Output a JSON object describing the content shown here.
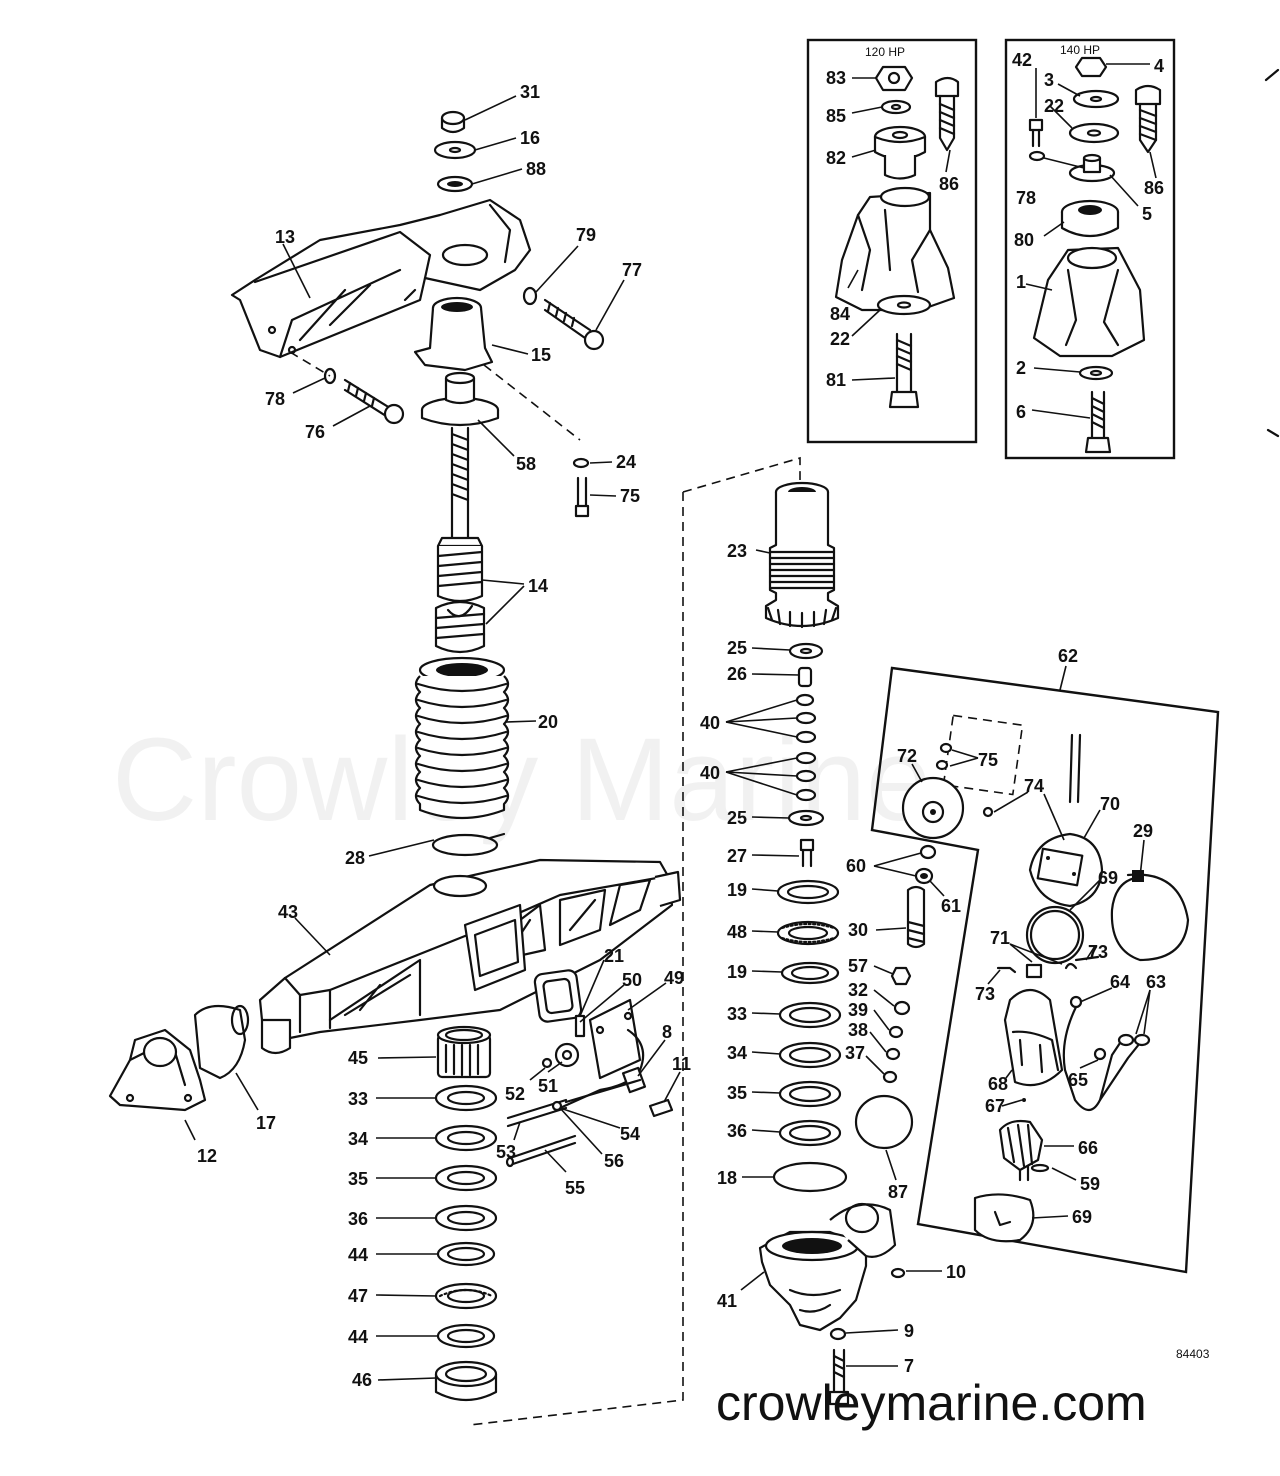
{
  "watermark": "Crowley Marine",
  "website": "crowleymarine.com",
  "drawing_number": "84403",
  "insets": {
    "left_title": "120 HP",
    "right_title": "140 HP"
  },
  "callouts": {
    "c31": "31",
    "c16": "16",
    "c88": "88",
    "c13": "13",
    "c79": "79",
    "c77": "77",
    "c15": "15",
    "c78": "78",
    "c76": "76",
    "c58": "58",
    "c24": "24",
    "c75": "75",
    "c14": "14",
    "c20": "20",
    "c28": "28",
    "c43": "43",
    "c21": "21",
    "c50": "50",
    "c49": "49",
    "c8": "8",
    "c11": "11",
    "c45": "45",
    "c52": "52",
    "c51": "51",
    "c12": "12",
    "c17": "17",
    "c53": "53",
    "c54": "54",
    "c56": "56",
    "c55": "55",
    "c33": "33",
    "c34": "34",
    "c35": "35",
    "c36": "36",
    "c44": "44",
    "c47": "47",
    "c44b": "44",
    "c46": "46",
    "c23": "23",
    "c25": "25",
    "c26": "26",
    "c40": "40",
    "c40b": "40",
    "c25b": "25",
    "c27": "27",
    "c19": "19",
    "c48": "48",
    "c19b": "19",
    "c33b": "33",
    "c34b": "34",
    "c35b": "35",
    "c36b": "36",
    "c18": "18",
    "c41": "41",
    "c10": "10",
    "c9": "9",
    "c7": "7",
    "c60": "60",
    "c61": "61",
    "c30": "30",
    "c57": "57",
    "c32": "32",
    "c39": "39",
    "c38": "38",
    "c37": "37",
    "c87": "87",
    "c62": "62",
    "c72": "72",
    "c75b": "75",
    "c74": "74",
    "c70": "70",
    "c29": "29",
    "c69": "69",
    "c71": "71",
    "c73": "73",
    "c73b": "73",
    "c64": "64",
    "c63": "63",
    "c65": "65",
    "c68": "68",
    "c67": "67",
    "c66": "66",
    "c59": "59",
    "c69b": "69",
    "c83": "83",
    "c85": "85",
    "c82": "82",
    "c86": "86",
    "c84": "84",
    "c22": "22",
    "c81": "81",
    "c42": "42",
    "c4": "4",
    "c3": "3",
    "c22b": "22",
    "c78b": "78",
    "c86b": "86",
    "c5": "5",
    "c80": "80",
    "c1": "1",
    "c2": "2",
    "c6": "6"
  }
}
